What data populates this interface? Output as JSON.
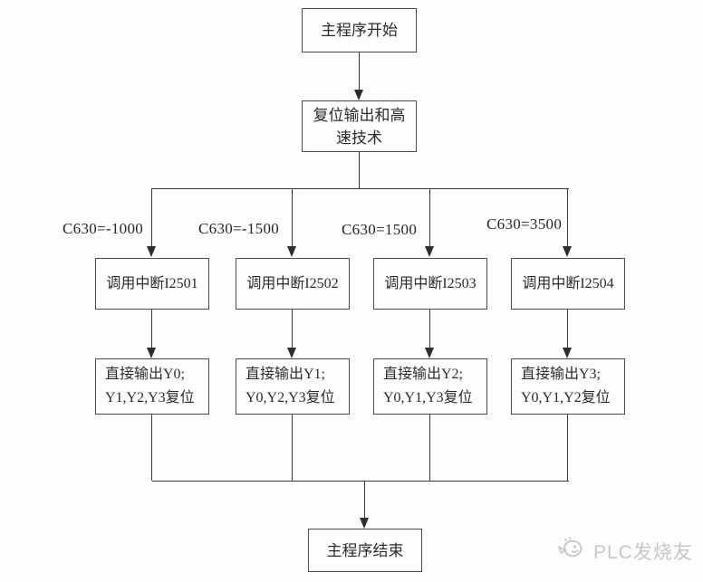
{
  "page": {
    "background": "#fdfdfd",
    "line_color": "#383838",
    "watermark_color": "#c7c7c7"
  },
  "flow": {
    "start_label": "主程序开始",
    "reset_label": "复位输出和高\n速技术",
    "branches": [
      {
        "condition": "C630=-1000",
        "interrupt": "调用中断I2501",
        "output": "直接输出Y0;\nY1,Y2,Y3复位"
      },
      {
        "condition": "C630=-1500",
        "interrupt": "调用中断I2502",
        "output": "直接输出Y1;\nY0,Y2,Y3复位"
      },
      {
        "condition": "C630=1500",
        "interrupt": "调用中断I2503",
        "output": "直接输出Y2;\nY0,Y1,Y3复位"
      },
      {
        "condition": "C630=3500",
        "interrupt": "调用中断I2504",
        "output": "直接输出Y3;\nY0,Y1,Y2复位"
      }
    ],
    "end_label": "主程序结束"
  },
  "watermark": {
    "text": "PLC发烧友"
  }
}
